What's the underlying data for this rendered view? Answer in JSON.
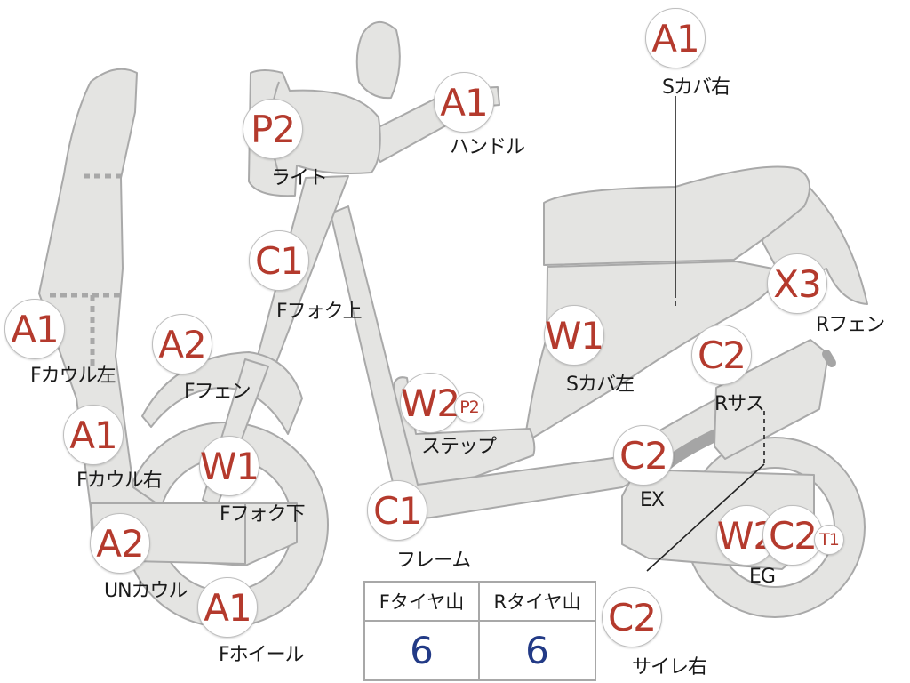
{
  "parts": [
    {
      "id": "s-cover-right",
      "code": "A1",
      "label": "Sカバ右"
    },
    {
      "id": "handle",
      "code": "A1",
      "label": "ハンドル"
    },
    {
      "id": "light",
      "code": "P2",
      "label": "ライト"
    },
    {
      "id": "f-fork-upper",
      "code": "C1",
      "label": "Fフォク上"
    },
    {
      "id": "f-cowl-left",
      "code": "A1",
      "label": "Fカウル左"
    },
    {
      "id": "f-fender",
      "code": "A2",
      "label": "Fフェン"
    },
    {
      "id": "f-cowl-right",
      "code": "A1",
      "label": "Fカウル右"
    },
    {
      "id": "f-fork-lower",
      "code": "W1",
      "label": "Fフォク下"
    },
    {
      "id": "un-cowl",
      "code": "A2",
      "label": "UNカウル"
    },
    {
      "id": "f-wheel",
      "code": "A1",
      "label": "Fホイール"
    },
    {
      "id": "step",
      "code": "W2",
      "code2": "P2",
      "label": "ステップ"
    },
    {
      "id": "frame",
      "code": "C1",
      "label": "フレーム"
    },
    {
      "id": "s-cover-left",
      "code": "W1",
      "label": "Sカバ左"
    },
    {
      "id": "r-fender",
      "code": "X3",
      "label": "Rフェン"
    },
    {
      "id": "r-suspension",
      "code": "C2",
      "label": "Rサス"
    },
    {
      "id": "exhaust",
      "code": "C2",
      "label": "EX"
    },
    {
      "id": "engine",
      "code": "W2",
      "code2": "C2",
      "code3": "T1",
      "label": "EG"
    },
    {
      "id": "muffler-right",
      "code": "C2",
      "label": "サイレ右"
    }
  ],
  "tire_table": {
    "headers": [
      "Fタイヤ山",
      "Rタイヤ山"
    ],
    "values": [
      "6",
      "6"
    ]
  },
  "colors": {
    "code_text": "#b43a2d",
    "value_text": "#223a86",
    "part_fill": "#e4e4e2",
    "outline": "#a9a9a9"
  }
}
